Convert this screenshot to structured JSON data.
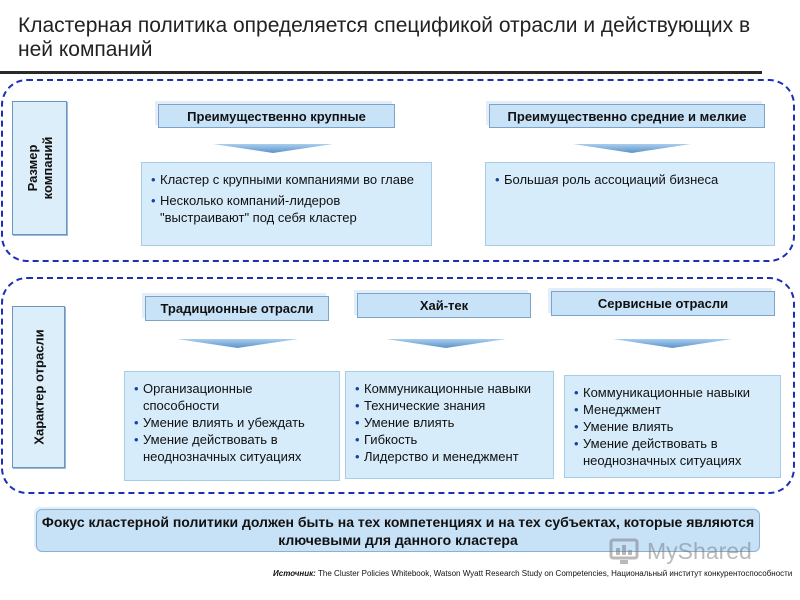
{
  "title": "Кластерная политика определяется спецификой отрасли и действующих в ней компаний",
  "groups": [
    {
      "label": "Размер\nкомпаний",
      "columns": [
        {
          "header": "Преимущественно крупные",
          "bullets": [
            "Кластер с крупными компаниями во главе",
            "Несколько компаний-лидеров \"выстраивают\" под себя кластер"
          ]
        },
        {
          "header": "Преимущественно средние и мелкие",
          "bullets": [
            "Большая роль ассоциаций бизнеса"
          ]
        }
      ]
    },
    {
      "label": "Характер отрасли",
      "columns": [
        {
          "header": "Традиционные отрасли",
          "bullets": [
            "Организационные способности",
            "Умение влиять и убеждать",
            "Умение действовать в неоднозначных ситуациях"
          ]
        },
        {
          "header": "Хай-тек",
          "bullets": [
            "Коммуникационные навыки",
            "Технические знания",
            "Умение влиять",
            "Гибкость",
            "Лидерство и менеджмент"
          ]
        },
        {
          "header": "Сервисные отрасли",
          "bullets": [
            "Коммуникационные навыки",
            "Менеджмент",
            "Умение влиять",
            "Умение действовать в неоднозначных ситуациях"
          ]
        }
      ]
    }
  ],
  "focus": "Фокус кластерной политики должен быть на тех компетенциях и на тех субъектах, которые являются ключевыми для данного кластера",
  "source": {
    "prefix": "Источник:",
    "text": "The Cluster Policies Whitebook, Watson Wyatt Research Study on Competencies, Национальный институт конкурентоспособности"
  },
  "watermark": "MyShared",
  "colors": {
    "dash_border": "#1d2fb8",
    "header_fill": "#c8e2f7",
    "box_fill": "#d6ecfb",
    "bullet": "#1a3fa6"
  }
}
